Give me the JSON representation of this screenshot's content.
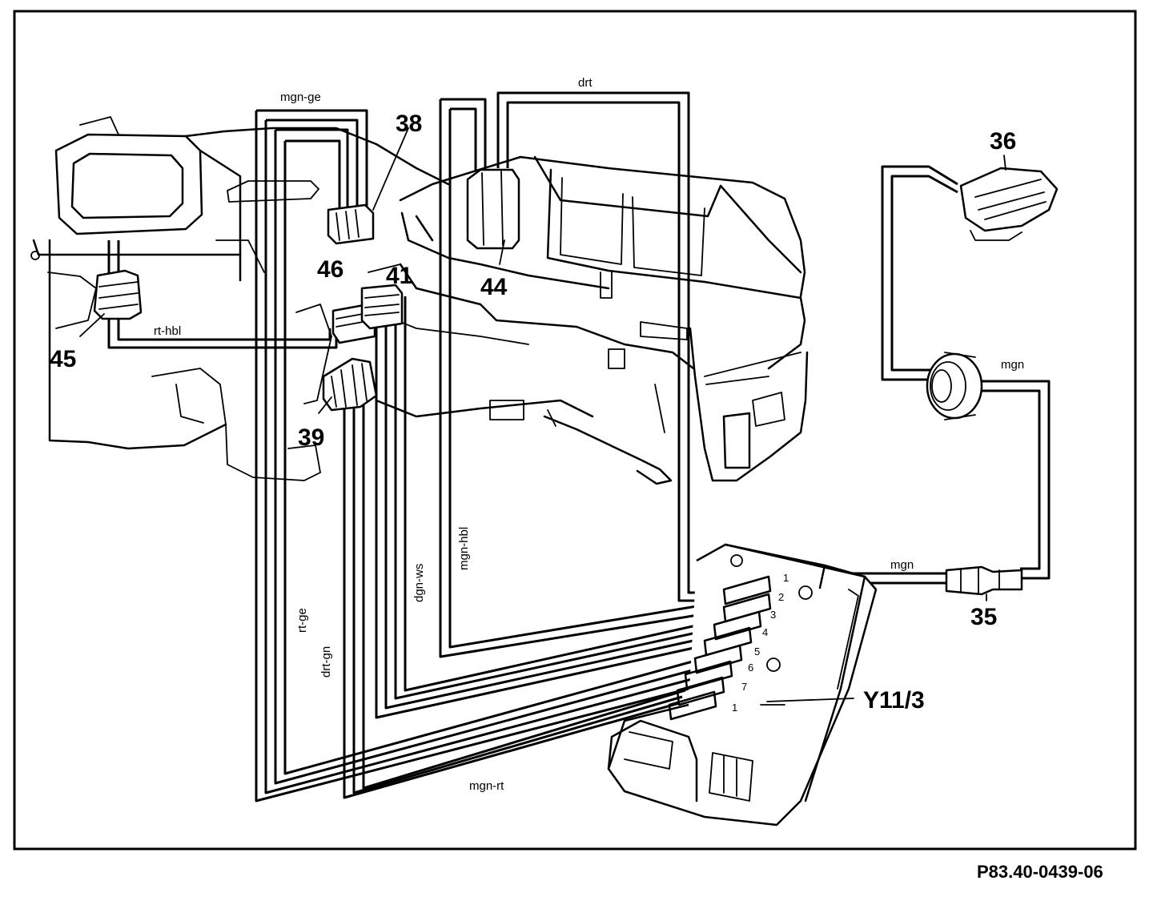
{
  "figure_ref": "P83.40-0439-06",
  "callouts": {
    "c35": "35",
    "c36": "36",
    "c38": "38",
    "c39": "39",
    "c41": "41",
    "c44": "44",
    "c45": "45",
    "c46": "46",
    "y11_3": "Y11/3"
  },
  "wire_labels": {
    "mgn_ge": "mgn-ge",
    "drt": "drt",
    "rt_hbl": "rt-hbl",
    "mgn_right": "mgn",
    "mgn_lower": "mgn",
    "mgn_hbl": "mgn-hbl",
    "dgn_ws": "dgn-ws",
    "rt_ge": "rt-ge",
    "drt_gn": "drt-gn",
    "mgn_rt": "mgn-rt"
  },
  "port_numbers": [
    "1",
    "2",
    "3",
    "4",
    "5",
    "6",
    "7",
    "1"
  ]
}
